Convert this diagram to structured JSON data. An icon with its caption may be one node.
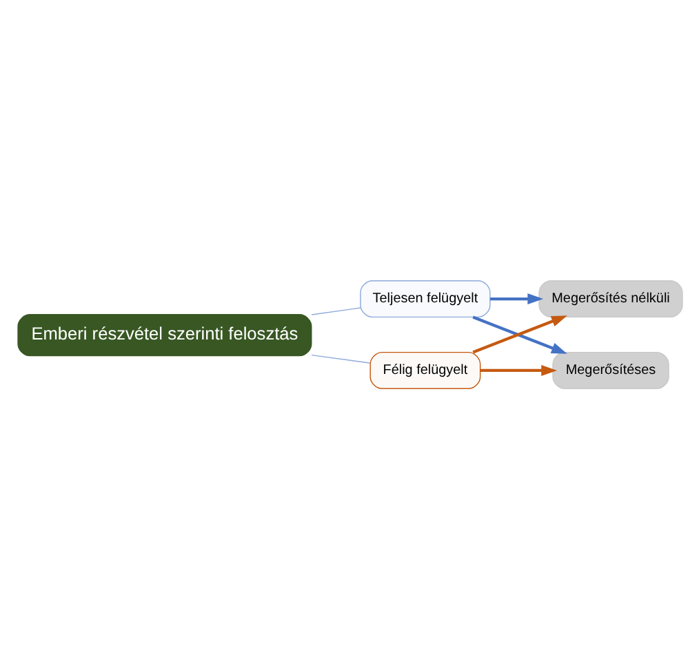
{
  "diagram": {
    "nodes": [
      {
        "text": [
          "Emberi részvétel szerinti felosztás"
        ]
      },
      {
        "text": [
          "Teljesen felügyelt"
        ]
      },
      {
        "text": [
          "Félig felügyelt"
        ]
      },
      {
        "text": [
          "Megerősítés nélküli"
        ]
      },
      {
        "text": [
          "Megerősítéses"
        ]
      }
    ],
    "edges": [
      {
        "from": 0,
        "to": 1,
        "arrow": "none",
        "color": "#8eaadb"
      },
      {
        "from": 0,
        "to": 2,
        "arrow": "none",
        "color": "#8eaadb"
      },
      {
        "from": 1,
        "to": 3,
        "arrow": "to",
        "color": "#4472c4"
      },
      {
        "from": 1,
        "to": 4,
        "arrow": "to",
        "color": "#4472c4"
      },
      {
        "from": 2,
        "to": 3,
        "arrow": "to",
        "color": "#c55a11"
      },
      {
        "from": 2,
        "to": 4,
        "arrow": "to",
        "color": "#c55a11"
      }
    ]
  }
}
